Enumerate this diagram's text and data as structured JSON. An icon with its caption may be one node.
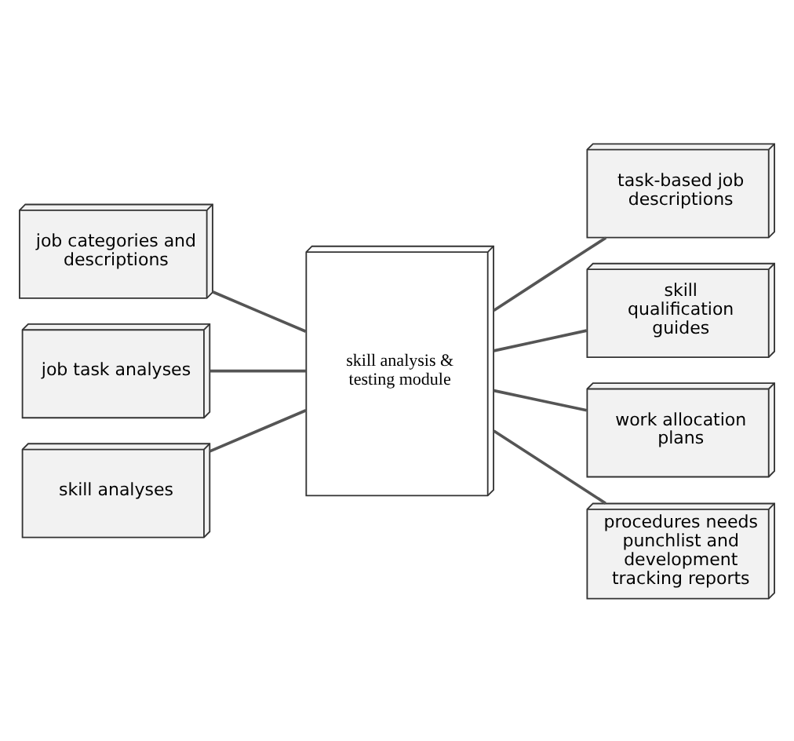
{
  "diagram": {
    "nodes": [
      {
        "text": [
          "job categories and descriptions"
        ]
      },
      {
        "text": [
          "job task analyses"
        ]
      },
      {
        "text": [
          "skill analyses"
        ]
      },
      {
        "text": [
          "skill analysis & testing module"
        ]
      },
      {
        "text": [
          "task-based job descriptions"
        ]
      },
      {
        "text": [
          "skill qualification guides"
        ]
      },
      {
        "text": [
          "work allocation plans"
        ]
      },
      {
        "text": [
          "procedures needs punchlist and development tracking reports"
        ]
      }
    ],
    "edges": [
      {
        "from": 0,
        "to": 3,
        "arrow": "none"
      },
      {
        "from": 1,
        "to": 3,
        "arrow": "none"
      },
      {
        "from": 2,
        "to": 3,
        "arrow": "none"
      },
      {
        "from": 3,
        "to": 4,
        "arrow": "none"
      },
      {
        "from": 3,
        "to": 5,
        "arrow": "none"
      },
      {
        "from": 3,
        "to": 6,
        "arrow": "none"
      },
      {
        "from": 3,
        "to": 7,
        "arrow": "none"
      }
    ]
  }
}
